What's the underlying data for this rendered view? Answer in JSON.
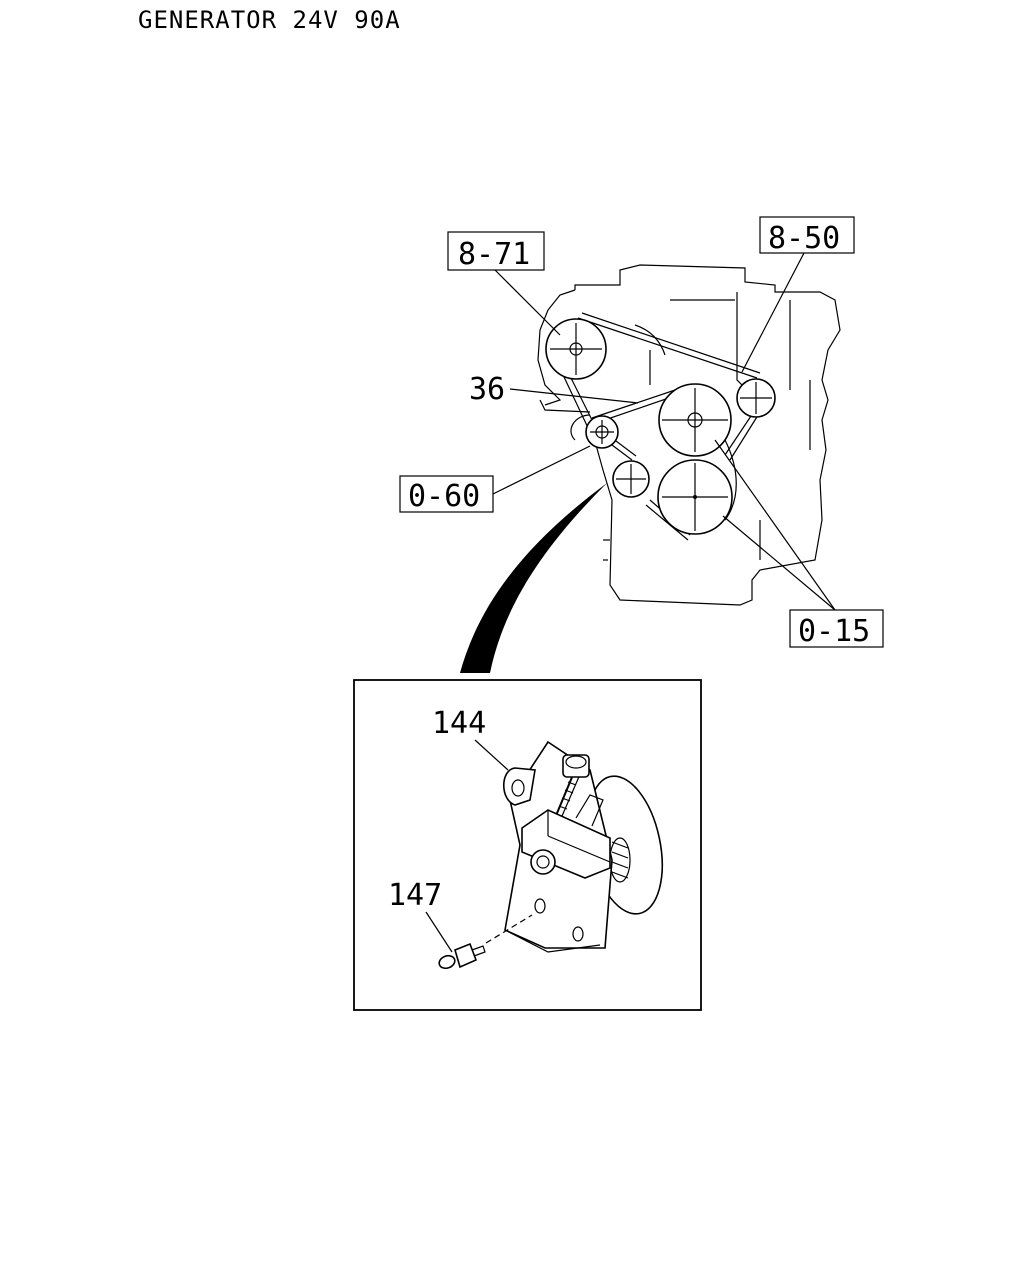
{
  "title": "GENERATOR 24V 90A",
  "callouts": {
    "ref_8_71": "8-71",
    "ref_8_50": "8-50",
    "ref_36": "36",
    "ref_0_60": "0-60",
    "ref_0_15": "0-15"
  },
  "detail": {
    "part_144": "144",
    "part_147": "147"
  }
}
